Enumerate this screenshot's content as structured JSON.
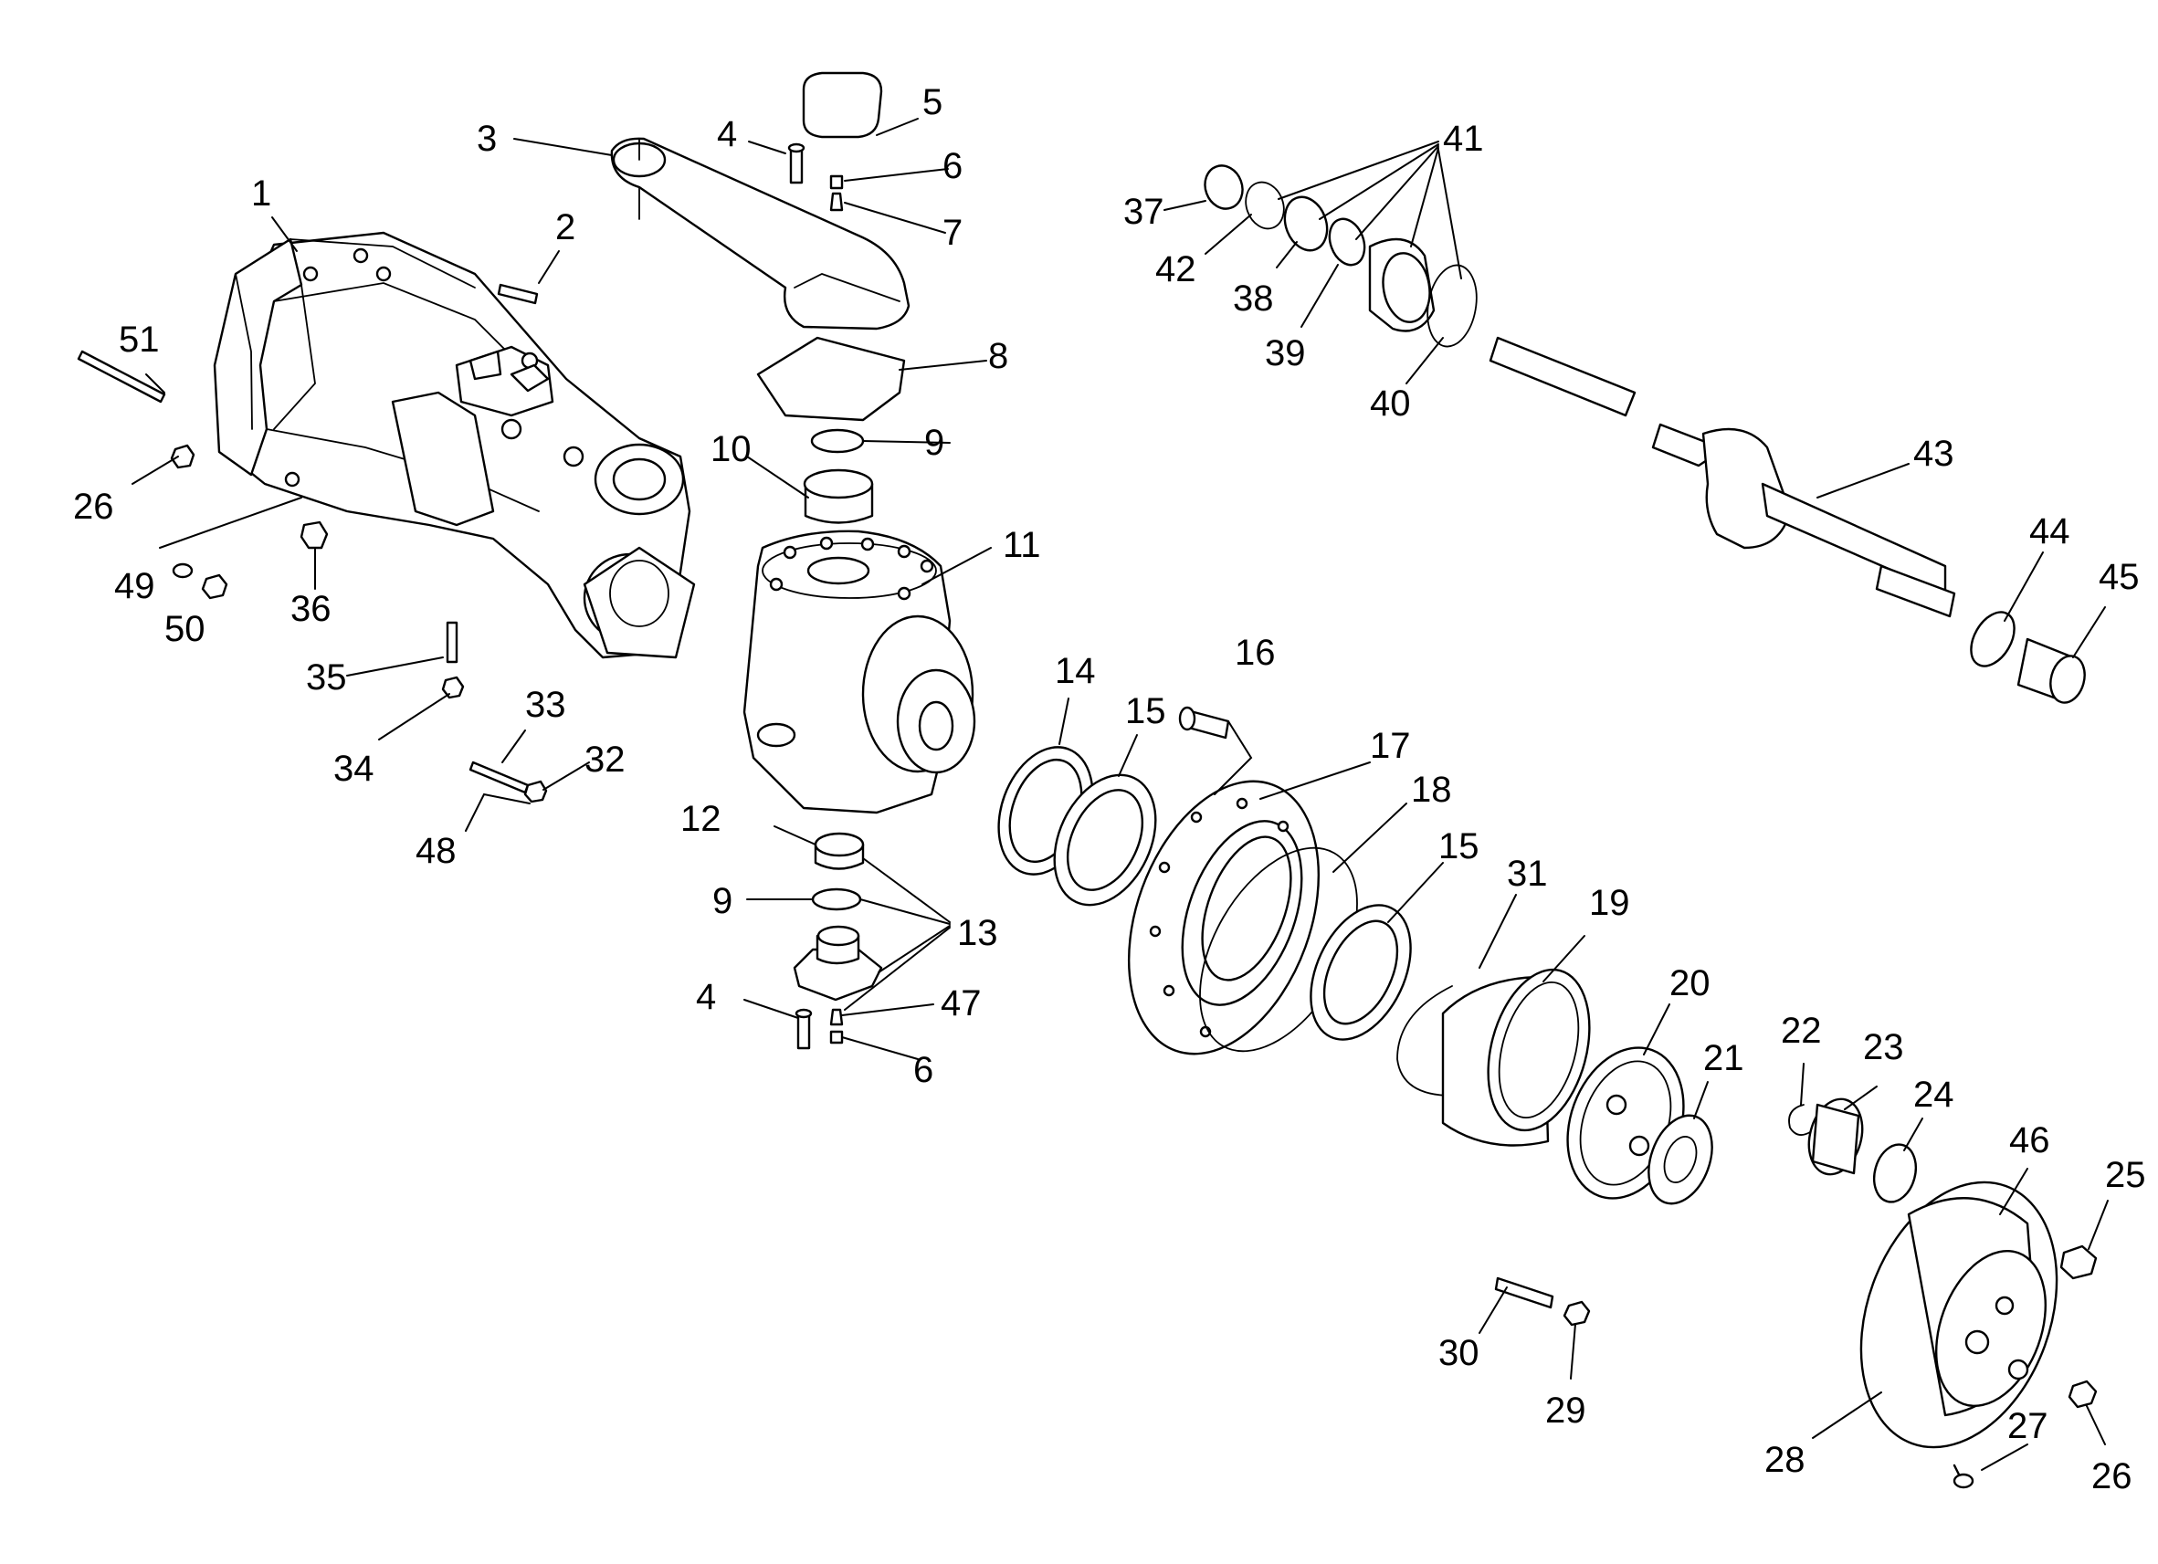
{
  "diagram": {
    "type": "exploded-parts-view",
    "colors": {
      "line": "#000000",
      "background": "#ffffff"
    },
    "callouts": [
      {
        "id": "c1",
        "label": "1"
      },
      {
        "id": "c2",
        "label": "2"
      },
      {
        "id": "c3",
        "label": "3"
      },
      {
        "id": "c4a",
        "label": "4"
      },
      {
        "id": "c5",
        "label": "5"
      },
      {
        "id": "c6a",
        "label": "6"
      },
      {
        "id": "c7",
        "label": "7"
      },
      {
        "id": "c8",
        "label": "8"
      },
      {
        "id": "c9a",
        "label": "9"
      },
      {
        "id": "c10",
        "label": "10"
      },
      {
        "id": "c11",
        "label": "11"
      },
      {
        "id": "c12",
        "label": "12"
      },
      {
        "id": "c9b",
        "label": "9"
      },
      {
        "id": "c13",
        "label": "13"
      },
      {
        "id": "c4b",
        "label": "4"
      },
      {
        "id": "c47",
        "label": "47"
      },
      {
        "id": "c6b",
        "label": "6"
      },
      {
        "id": "c14",
        "label": "14"
      },
      {
        "id": "c15a",
        "label": "15"
      },
      {
        "id": "c16",
        "label": "16"
      },
      {
        "id": "c17",
        "label": "17"
      },
      {
        "id": "c18",
        "label": "18"
      },
      {
        "id": "c15b",
        "label": "15"
      },
      {
        "id": "c31",
        "label": "31"
      },
      {
        "id": "c19",
        "label": "19"
      },
      {
        "id": "c20",
        "label": "20"
      },
      {
        "id": "c21",
        "label": "21"
      },
      {
        "id": "c22",
        "label": "22"
      },
      {
        "id": "c23",
        "label": "23"
      },
      {
        "id": "c24",
        "label": "24"
      },
      {
        "id": "c46",
        "label": "46"
      },
      {
        "id": "c25",
        "label": "25"
      },
      {
        "id": "c30",
        "label": "30"
      },
      {
        "id": "c29",
        "label": "29"
      },
      {
        "id": "c27",
        "label": "27"
      },
      {
        "id": "c26b",
        "label": "26"
      },
      {
        "id": "c28",
        "label": "28"
      },
      {
        "id": "c37",
        "label": "37"
      },
      {
        "id": "c41",
        "label": "41"
      },
      {
        "id": "c42",
        "label": "42"
      },
      {
        "id": "c38",
        "label": "38"
      },
      {
        "id": "c39",
        "label": "39"
      },
      {
        "id": "c40",
        "label": "40"
      },
      {
        "id": "c43",
        "label": "43"
      },
      {
        "id": "c44",
        "label": "44"
      },
      {
        "id": "c45",
        "label": "45"
      },
      {
        "id": "c51",
        "label": "51"
      },
      {
        "id": "c26a",
        "label": "26"
      },
      {
        "id": "c49",
        "label": "49"
      },
      {
        "id": "c50",
        "label": "50"
      },
      {
        "id": "c36",
        "label": "36"
      },
      {
        "id": "c35",
        "label": "35"
      },
      {
        "id": "c34",
        "label": "34"
      },
      {
        "id": "c33",
        "label": "33"
      },
      {
        "id": "c32",
        "label": "32"
      },
      {
        "id": "c48",
        "label": "48"
      }
    ]
  }
}
